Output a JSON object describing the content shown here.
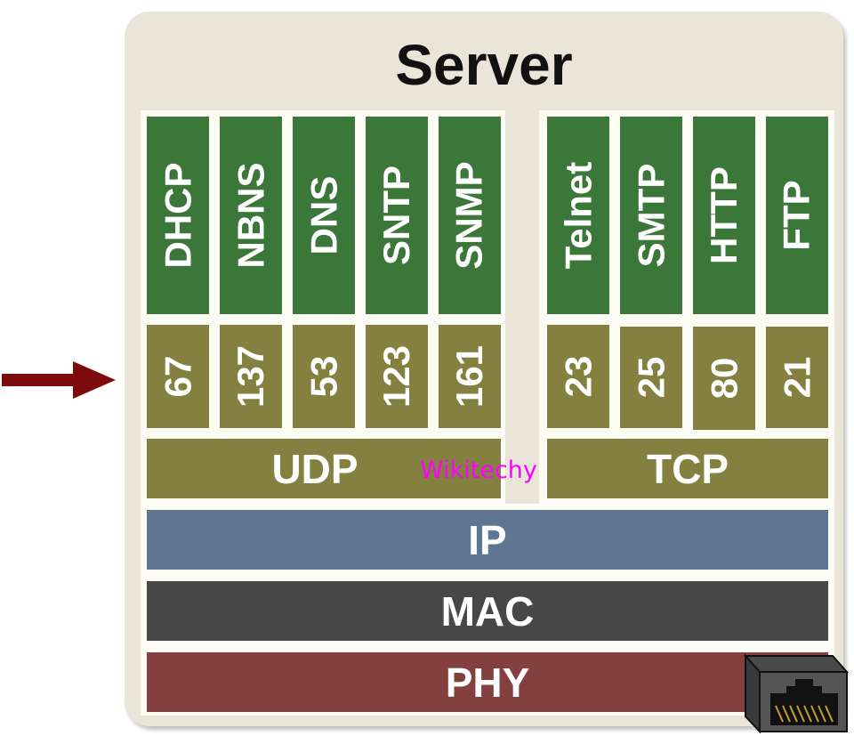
{
  "title": "Server",
  "watermark": "Wikitechy",
  "udp": {
    "label": "UDP",
    "protocols": [
      {
        "name": "DHCP",
        "port": "67"
      },
      {
        "name": "NBNS",
        "port": "137"
      },
      {
        "name": "DNS",
        "port": "53"
      },
      {
        "name": "SNTP",
        "port": "123"
      },
      {
        "name": "SNMP",
        "port": "161"
      }
    ]
  },
  "tcp": {
    "label": "TCP",
    "protocols": [
      {
        "name": "Telnet",
        "port": "23"
      },
      {
        "name": "SMTP",
        "port": "25"
      },
      {
        "name": "HTTP",
        "port": "80"
      },
      {
        "name": "FTP",
        "port": "21"
      }
    ]
  },
  "layers": {
    "ip": "IP",
    "mac": "MAC",
    "phy": "PHY"
  },
  "icons": {
    "arrow": "arrow-right-icon",
    "connector": "ethernet-port-icon"
  },
  "colors": {
    "background": "#e9e6d9",
    "application": "#3c773a",
    "port_transport": "#84803f",
    "ip": "#5e7692",
    "mac": "#474747",
    "phy": "#843f3f",
    "arrow": "#7e0b0b",
    "watermark": "#ff00ff"
  }
}
